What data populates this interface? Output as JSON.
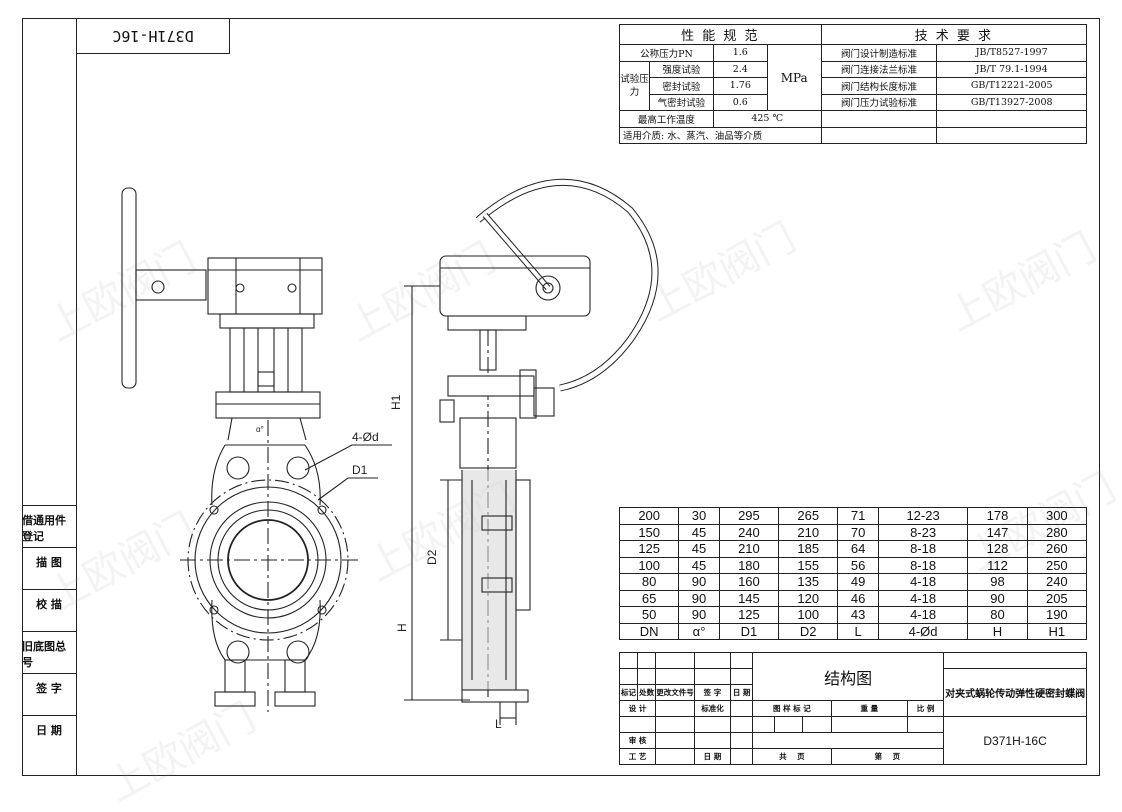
{
  "drawing_code": "D371H-16C",
  "side_panel": [
    "借通用件登记",
    "描 图",
    "校 描",
    "旧底图总号",
    "签 字",
    "日 期"
  ],
  "perf": {
    "title_left": "性 能 规 范",
    "title_right": "技 术 要 求",
    "nominal_pressure_label": "公称压力PN",
    "nominal_pressure_value": "1.6",
    "test_pressure_label": "试验压力",
    "strength_label": "强度试验",
    "strength_value": "2.4",
    "seal_label": "密封试验",
    "seal_value": "1.76",
    "air_label": "气密封试验",
    "air_value": "0.6",
    "unit": "MPa",
    "max_temp_label": "最高工作温度",
    "max_temp_value": "425 ℃",
    "medium": "适用介质: 水、蒸汽、油品等介质",
    "standards": [
      {
        "name": "阀门设计制造标准",
        "code": "JB/T8527-1997"
      },
      {
        "name": "阀门连接法兰标准",
        "code": "JB/T 79.1-1994"
      },
      {
        "name": "阀门结构长度标准",
        "code": "GB/T12221-2005"
      },
      {
        "name": "阀门压力试验标准",
        "code": "GB/T13927-2008"
      }
    ]
  },
  "dims": {
    "headers": [
      "DN",
      "α°",
      "D1",
      "D2",
      "L",
      "4-Ød",
      "H",
      "H1"
    ],
    "rows": [
      [
        "200",
        "30",
        "295",
        "265",
        "71",
        "12-23",
        "178",
        "300"
      ],
      [
        "150",
        "45",
        "240",
        "210",
        "70",
        "8-23",
        "147",
        "280"
      ],
      [
        "125",
        "45",
        "210",
        "185",
        "64",
        "8-18",
        "128",
        "260"
      ],
      [
        "100",
        "45",
        "180",
        "155",
        "56",
        "8-18",
        "112",
        "250"
      ],
      [
        "80",
        "90",
        "160",
        "135",
        "49",
        "4-18",
        "98",
        "240"
      ],
      [
        "65",
        "90",
        "145",
        "120",
        "46",
        "4-18",
        "90",
        "205"
      ],
      [
        "50",
        "90",
        "125",
        "100",
        "43",
        "4-18",
        "80",
        "190"
      ]
    ]
  },
  "title_block": {
    "drawing_title": "结构图",
    "product_name": "对夹式蜗轮传动弹性硬密封蝶阀",
    "drawing_no": "D371H-16C",
    "rev_headers": [
      "标记",
      "处数",
      "更改文件号",
      "签 字",
      "日 期"
    ],
    "design": "设 计",
    "standardization": "标准化",
    "review": "审 核",
    "craft": "工 艺",
    "date": "日 期",
    "stage_mark": "图 样 标 记",
    "weight": "重 量",
    "scale": "比 例",
    "total": "共",
    "sheet": "第",
    "page": "页"
  },
  "labels": {
    "bolt_holes": "4-Ød",
    "d1": "D1",
    "d2": "D2",
    "h": "H",
    "h1": "H1",
    "angle": "α°",
    "length": "L"
  },
  "watermark": "上欧阀门"
}
